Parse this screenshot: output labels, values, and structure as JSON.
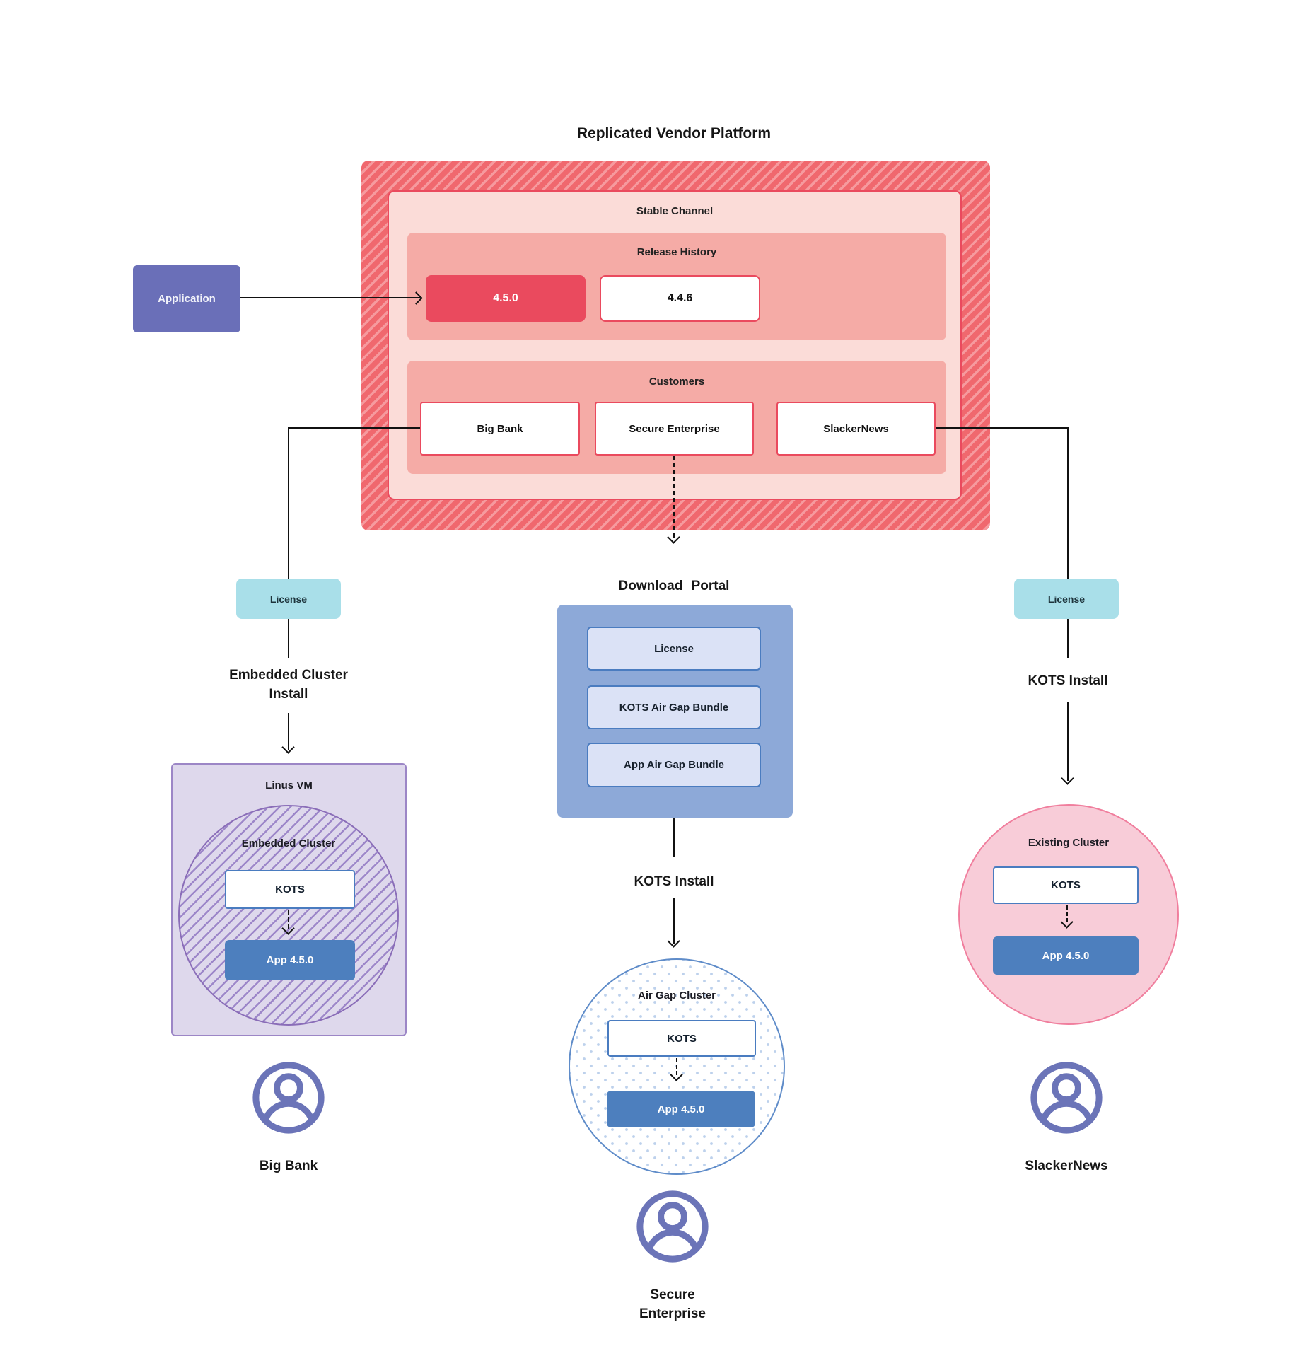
{
  "diagram_title": "Replicated Vendor Platform",
  "application": {
    "label": "Application"
  },
  "platform": {
    "stable_channel_label": "Stable Channel",
    "release_history_label": "Release History",
    "releases": [
      {
        "version": "4.5.0",
        "state": "current"
      },
      {
        "version": "4.4.6",
        "state": "previous"
      }
    ],
    "customers_label": "Customers",
    "customers": [
      {
        "name": "Big Bank"
      },
      {
        "name": "Secure Enterprise"
      },
      {
        "name": "SlackerNews"
      }
    ]
  },
  "left_flow": {
    "license_label": "License",
    "install_label": "Embedded Cluster Install",
    "vm_label": "Linus VM",
    "cluster_label": "Embedded Cluster",
    "kots_label": "KOTS",
    "app_label": "App 4.5.0",
    "persona": "Big Bank"
  },
  "center_flow": {
    "portal_title": "Download Portal",
    "portal_items": [
      {
        "label": "License"
      },
      {
        "label": "KOTS Air Gap Bundle"
      },
      {
        "label": "App Air Gap Bundle"
      }
    ],
    "install_label": "KOTS Install",
    "cluster_label": "Air Gap Cluster",
    "kots_label": "KOTS",
    "app_label": "App 4.5.0",
    "persona": "Secure Enterprise"
  },
  "right_flow": {
    "license_label": "License",
    "install_label": "KOTS Install",
    "cluster_label": "Existing Cluster",
    "kots_label": "KOTS",
    "app_label": "App 4.5.0",
    "persona": "SlackerNews"
  },
  "colors": {
    "crimson": "#ea4a5e",
    "hatch_red_base": "#f0686e",
    "hatch_red_stripe": "#f69a9e",
    "channel_pink": "#fbdcd8",
    "salmon": "#f5aba6",
    "application_purple": "#6a6fb8",
    "license_teal": "#a9dfe9",
    "portal_blue": "#8da9d8",
    "portal_item_bg": "#dbe2f6",
    "kots_border_blue": "#4a7cc0",
    "app_blue": "#4d7fbe",
    "vm_purple_bg": "#ded8ec",
    "vm_purple_border": "#9c86c6",
    "circle_purple_border": "#8a6db8",
    "circle_purple_stripe": "#9d87c9",
    "airgap_border": "#5f8cc9",
    "airgap_dot": "#bdd1ec",
    "existing_pink_bg": "#f8ccd8",
    "existing_pink_border": "#f07e9d",
    "persona_icon": "#6b74b8",
    "line_black": "#111111"
  }
}
